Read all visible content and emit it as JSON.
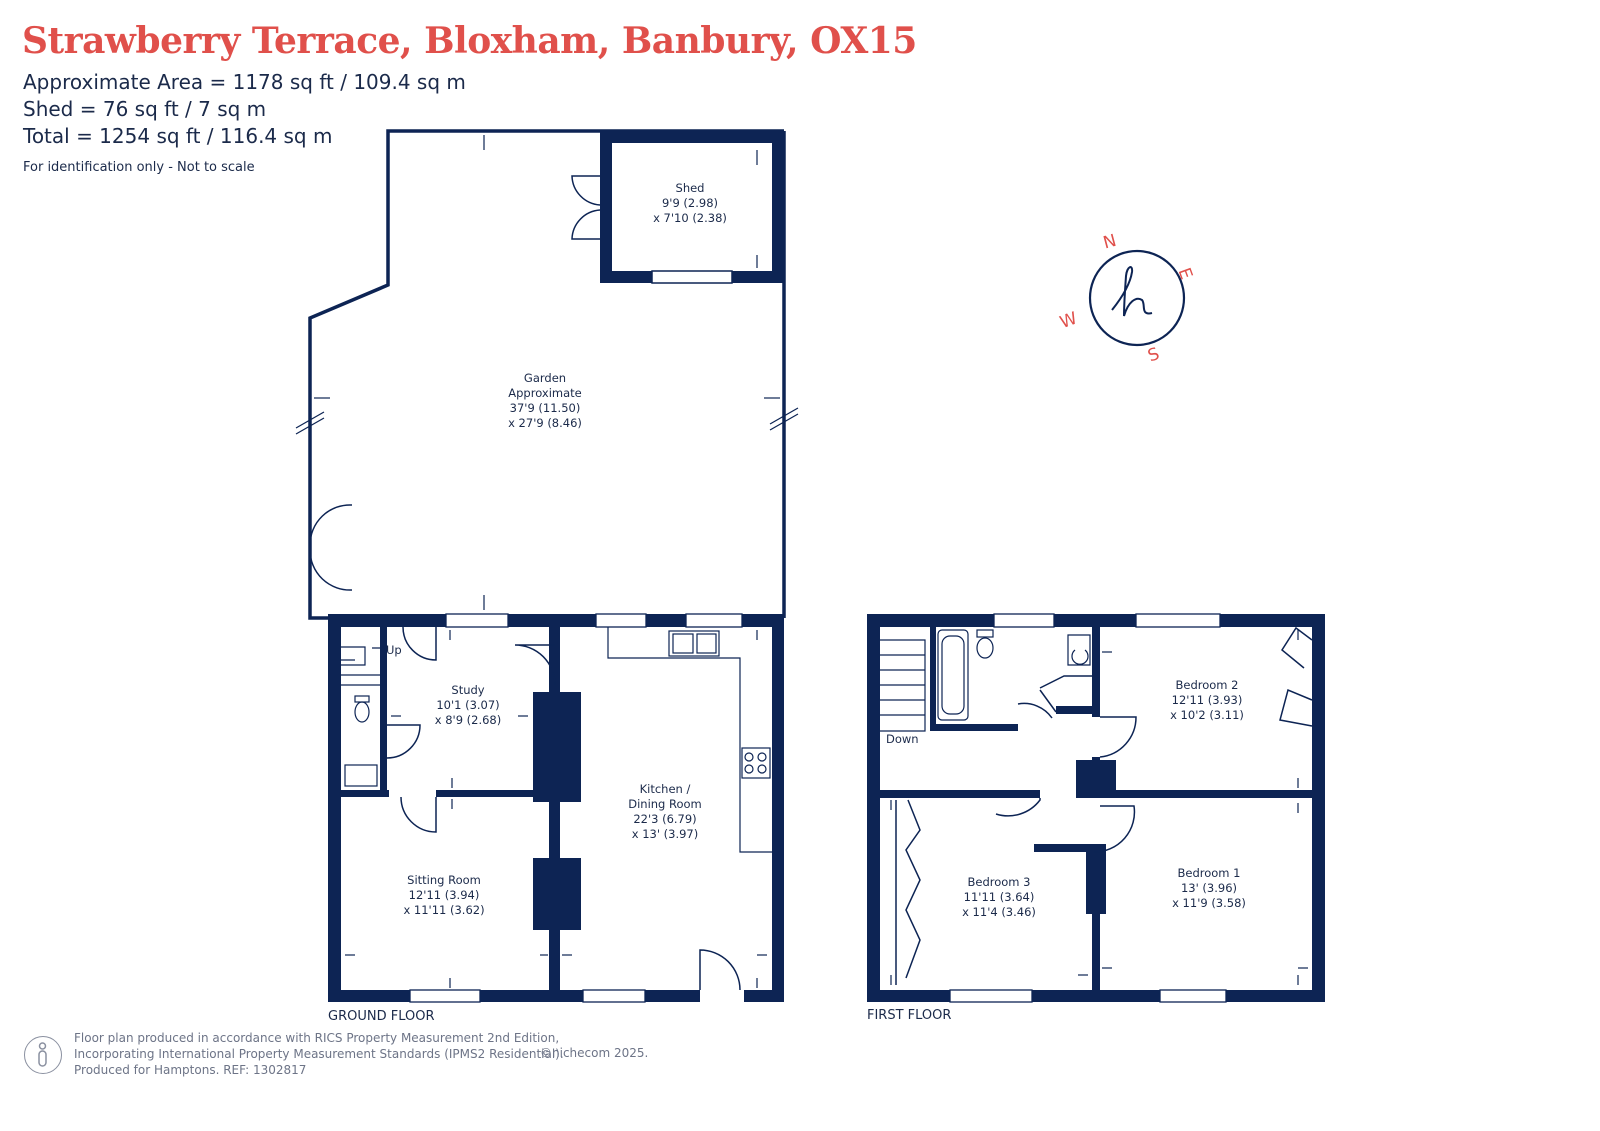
{
  "header": {
    "title": "Strawberry Terrace, Bloxham, Banbury, OX15",
    "area_lines": [
      "Approximate Area = 1178 sq ft / 109.4 sq m",
      "Shed = 76 sq ft / 7 sq m",
      "Total = 1254 sq ft / 116.4 sq m"
    ],
    "note": "For identification only - Not to scale"
  },
  "rooms": {
    "shed": [
      "Shed",
      "9'9 (2.98)",
      "x 7'10 (2.38)"
    ],
    "garden": [
      "Garden",
      "Approximate",
      "37'9 (11.50)",
      "x 27'9 (8.46)"
    ],
    "study": [
      "Study",
      "10'1 (3.07)",
      "x 8'9 (2.68)"
    ],
    "kitchen": [
      "Kitchen /",
      "Dining Room",
      "22'3 (6.79)",
      "x 13' (3.97)"
    ],
    "sitting": [
      "Sitting Room",
      "12'11 (3.94)",
      "x 11'11 (3.62)"
    ],
    "bedroom2": [
      "Bedroom 2",
      "12'11 (3.93)",
      "x 10'2 (3.11)"
    ],
    "bedroom3": [
      "Bedroom 3",
      "11'11 (3.64)",
      "x 11'4 (3.46)"
    ],
    "bedroom1": [
      "Bedroom 1",
      "13' (3.96)",
      "x 11'9 (3.58)"
    ]
  },
  "stairs": {
    "up": "Up",
    "down": "Down"
  },
  "floors": {
    "ground": "GROUND FLOOR",
    "first": "FIRST FLOOR"
  },
  "compass": {
    "n": "N",
    "e": "E",
    "s": "S",
    "w": "W"
  },
  "footer": {
    "lines": [
      "Floor plan produced in accordance with RICS Property Measurement 2nd Edition,",
      "Incorporating International Property Measurement Standards (IPMS2 Residential).",
      "Produced for Hamptons.   REF:  1302817"
    ],
    "copyright": "©nichecom 2025."
  },
  "colors": {
    "wall": "#0d2454",
    "accent": "#e0504b"
  }
}
